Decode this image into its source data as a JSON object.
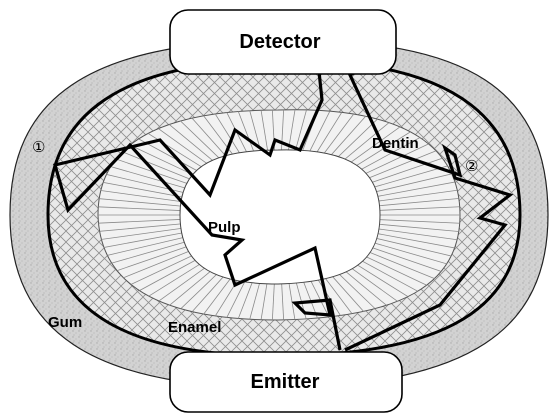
{
  "boxes": {
    "detector": "Detector",
    "emitter": "Emitter"
  },
  "regions": {
    "gum": "Gum",
    "enamel": "Enamel",
    "dentin": "Dentin",
    "pulp": "Pulp"
  },
  "path_markers": {
    "path_1": "①",
    "path_2": "②"
  },
  "colors": {
    "gum": "#cfcfcf",
    "enamel_hatch": "#9a9a9a",
    "dentin_lines": "#8a8a8a",
    "pulp": "#ffffff",
    "paths": "#000000"
  }
}
